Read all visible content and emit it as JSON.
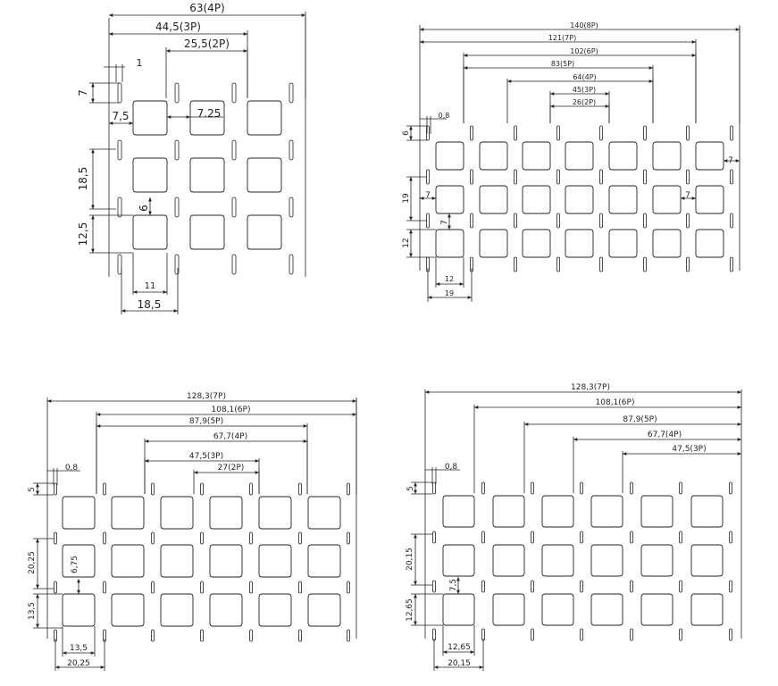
{
  "panels": [
    {
      "id": "top-left",
      "horizontal_dims": [
        "63(4P)",
        "44,5(3P)",
        "25,5(2P)"
      ],
      "top_gap_label": "1",
      "slot_height_label": "7",
      "margin_label": "7,5",
      "gap_label": "7.25",
      "pitch_y_label": "18,5",
      "gap_y_label": "6",
      "square_label": "12,5",
      "bottom_inner_label": "11",
      "bottom_outer_label": "18,5",
      "columns": 3,
      "rows": 3
    },
    {
      "id": "top-right",
      "horizontal_dims": [
        "140(8P)",
        "121(7P)",
        "102(6P)",
        "83(5P)",
        "64(4P)",
        "45(3P)",
        "26(2P)"
      ],
      "top_gap_label": "0,8",
      "slot_height_label": "6",
      "margin_label": "7",
      "margin_right_label": "7",
      "gap_label": "7",
      "gap_right_label": "7",
      "pitch_y_label": "19",
      "gap_y_label": "7",
      "square_label": "12",
      "bottom_inner_label": "12",
      "bottom_outer_label": "19",
      "columns": 7,
      "rows": 3
    },
    {
      "id": "bottom-left",
      "horizontal_dims": [
        "128,3(7P)",
        "108,1(6P)",
        "87,9(5P)",
        "67,7(4P)",
        "47,5(3P)",
        "27(2P)"
      ],
      "top_gap_label": "0,8",
      "slot_height_label": "5",
      "pitch_y_label": "20,25",
      "gap_y_label": "6,75",
      "square_label": "13,5",
      "bottom_inner_label": "13,5",
      "bottom_outer_label": "20,25",
      "columns": 6,
      "rows": 3
    },
    {
      "id": "bottom-right",
      "horizontal_dims": [
        "128,3(7P)",
        "108,1(6P)",
        "87,9(5P)",
        "67,7(4P)",
        "47,5(3P)"
      ],
      "top_gap_label": "0,8",
      "slot_height_label": "5",
      "pitch_y_label": "20,15",
      "gap_y_label": "7,5",
      "square_label": "12,65",
      "bottom_inner_label": "12,65",
      "bottom_outer_label": "20,15",
      "columns": 6,
      "rows": 3
    }
  ]
}
